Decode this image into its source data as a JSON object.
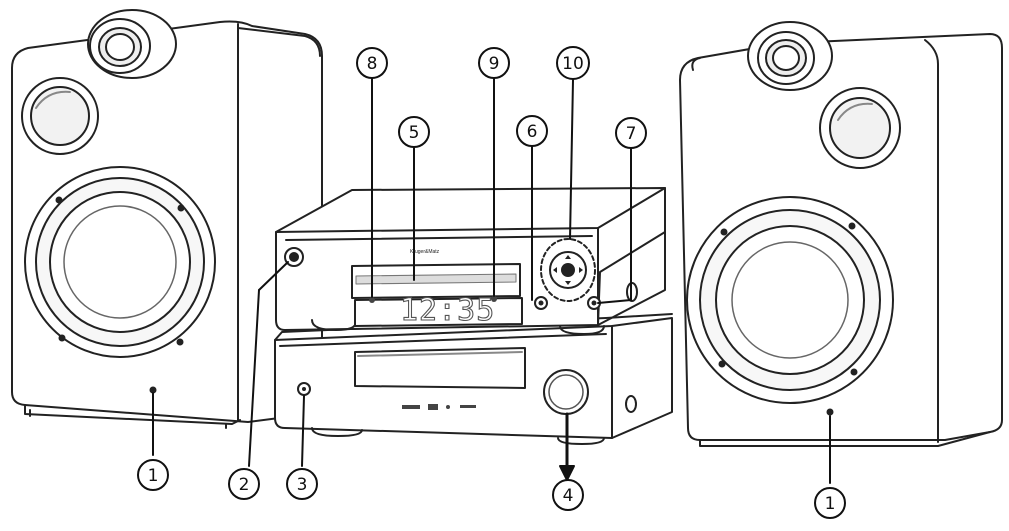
{
  "callouts": {
    "c1_left": "1",
    "c1_right": "1",
    "c2": "2",
    "c3": "3",
    "c4": "4",
    "c5": "5",
    "c6": "6",
    "c7": "7",
    "c8": "8",
    "c9": "9",
    "c10": "10"
  },
  "display": {
    "brand": "Kruger&Matz",
    "time": "12:35"
  }
}
